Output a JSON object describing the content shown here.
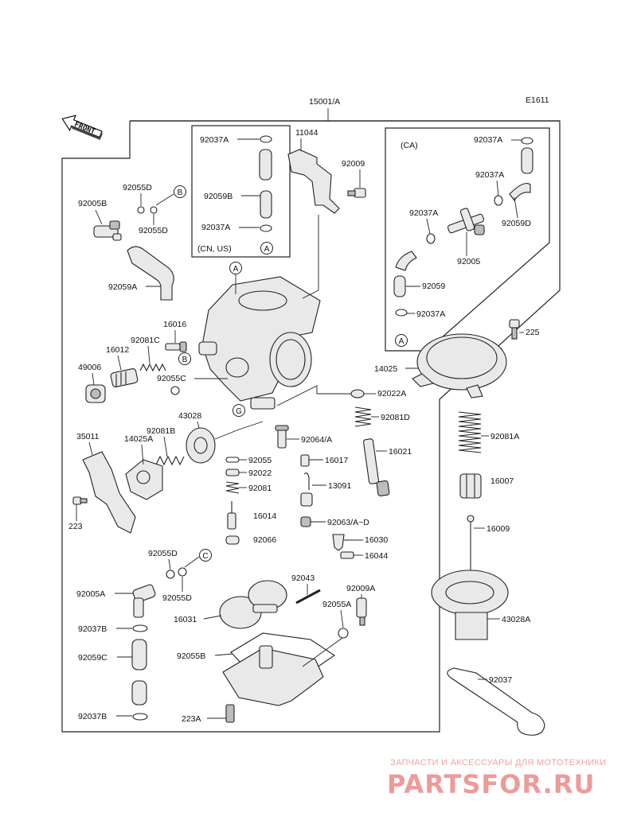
{
  "diagram_code": "E1611",
  "assembly_number": "15001/A",
  "front_label": "FRONT",
  "watermark": {
    "caption": "ЗАПЧАСТИ И АКСЕССУАРЫ ДЛЯ МОТОТЕХНИКИ",
    "brand": "PARTSFOR.RU"
  },
  "insets": {
    "cn_us": {
      "note": "(CN, US)",
      "callout": "A"
    },
    "ca": {
      "note": "(CA)",
      "callout": "A"
    }
  },
  "callouts": [
    "A",
    "B",
    "C",
    "G"
  ],
  "parts": {
    "p11044": "11044",
    "p92009": "92009",
    "p92037A_1": "92037A",
    "p92059B": "92059B",
    "p92037A_2": "92037A",
    "p92037A_3": "92037A",
    "p92037A_4": "92037A",
    "p92059D": "92059D",
    "p92037A_5": "92037A",
    "p92005": "92005",
    "p92059": "92059",
    "p92037A_6": "92037A",
    "p92055D_1": "92055D",
    "p92005B": "92005B",
    "p92055D_2": "92055D",
    "p92059A": "92059A",
    "p16016": "16016",
    "p92081C": "92081C",
    "p16012": "16012",
    "p49006": "49006",
    "p92055C": "92055C",
    "p225": "225",
    "p14025": "14025",
    "p92022A": "92022A",
    "p92081D": "92081D",
    "p43028": "43028",
    "p92081B": "92081B",
    "p35011": "35011",
    "p14025A": "14025A",
    "p92064A": "92064/A",
    "p16021": "16021",
    "p92081A": "92081A",
    "p92055": "92055",
    "p16017": "16017",
    "p92022": "92022",
    "p92081": "92081",
    "p13091": "13091",
    "p16007": "16007",
    "p223": "223",
    "p16014": "16014",
    "p92063": "92063/A~D",
    "p16009": "16009",
    "p92066": "92066",
    "p16030": "16030",
    "p16044": "16044",
    "p92055D_3": "92055D",
    "p92005A": "92005A",
    "p92055D_4": "92055D",
    "p92043": "92043",
    "p92009A": "92009A",
    "p92055A": "92055A",
    "p43028A": "43028A",
    "p16031": "16031",
    "p92037B_1": "92037B",
    "p92059C": "92059C",
    "p92055B": "92055B",
    "p92037": "92037",
    "p223A": "223A",
    "p92037B_2": "92037B"
  }
}
